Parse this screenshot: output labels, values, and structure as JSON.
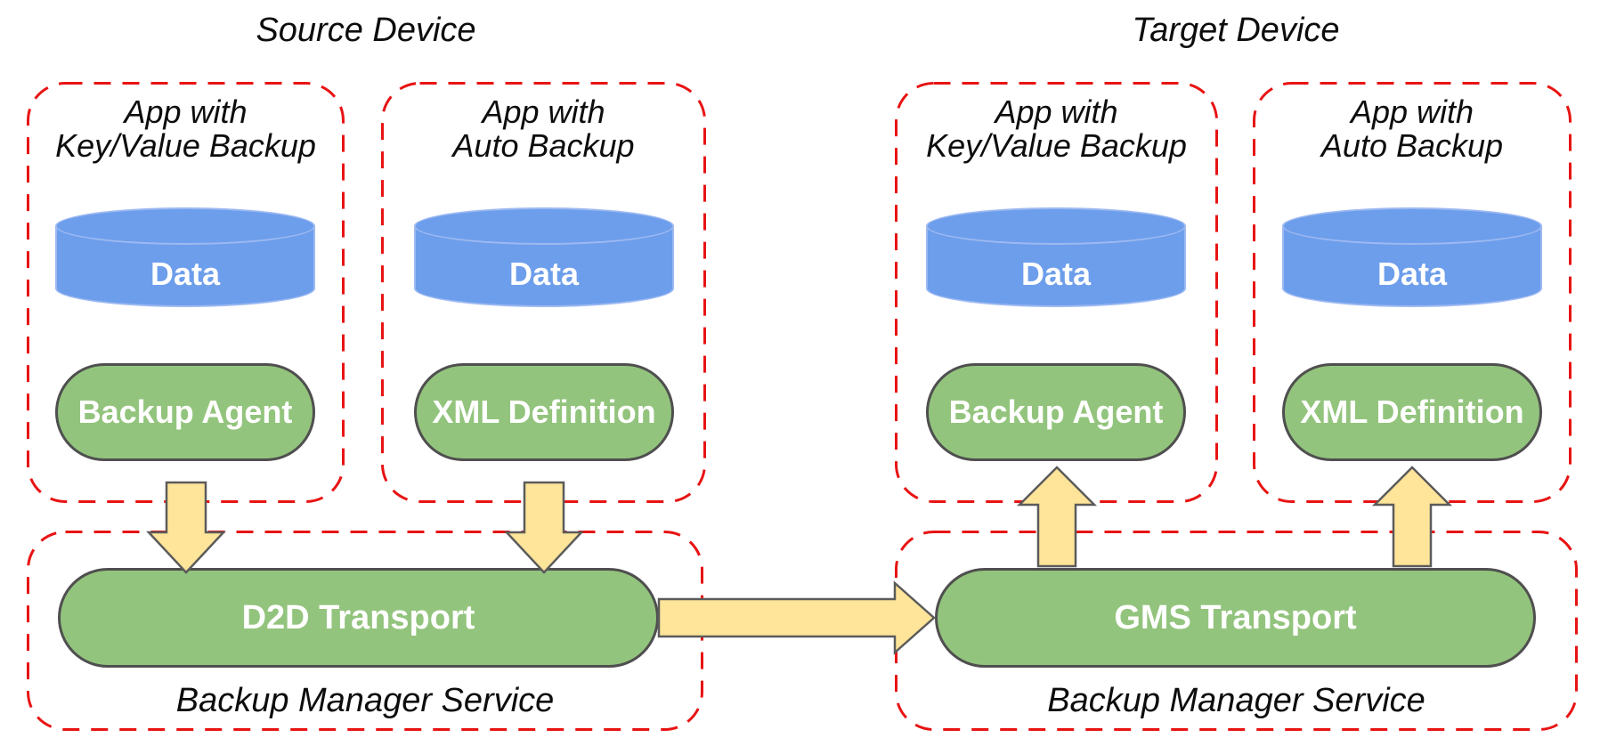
{
  "diagram": {
    "source_device": {
      "title": "Source Device",
      "apps": [
        {
          "label_line1": "App with",
          "label_line2": "Key/Value Backup",
          "data_store": "Data",
          "component": "Backup Agent"
        },
        {
          "label_line1": "App with",
          "label_line2": "Auto Backup",
          "data_store": "Data",
          "component": "XML Definition"
        }
      ],
      "backup_manager": {
        "label": "Backup Manager Service",
        "transport": "D2D Transport"
      }
    },
    "target_device": {
      "title": "Target Device",
      "apps": [
        {
          "label_line1": "App with",
          "label_line2": "Key/Value Backup",
          "data_store": "Data",
          "component": "Backup Agent"
        },
        {
          "label_line1": "App with",
          "label_line2": "Auto Backup",
          "data_store": "Data",
          "component": "XML Definition"
        }
      ],
      "backup_manager": {
        "label": "Backup Manager Service",
        "transport": "GMS Transport"
      }
    },
    "connections": [
      {
        "from": "Backup Agent (source)",
        "to": "D2D Transport",
        "direction": "down"
      },
      {
        "from": "XML Definition (source)",
        "to": "D2D Transport",
        "direction": "down"
      },
      {
        "from": "D2D Transport",
        "to": "GMS Transport",
        "direction": "right"
      },
      {
        "from": "GMS Transport",
        "to": "Backup Agent (target)",
        "direction": "up"
      },
      {
        "from": "GMS Transport",
        "to": "XML Definition (target)",
        "direction": "up"
      }
    ],
    "colors": {
      "dashed_outline": "#e81313",
      "data_cylinder_fill": "#6d9eeb",
      "data_cylinder_border": "#9db9f2",
      "component_pill_fill": "#93c47d",
      "component_pill_border": "#4f4f4f",
      "arrow_fill": "#ffe599",
      "arrow_border": "#5b5b5b",
      "label_text": "#0d0d0d",
      "shape_text": "#ffffff"
    }
  }
}
